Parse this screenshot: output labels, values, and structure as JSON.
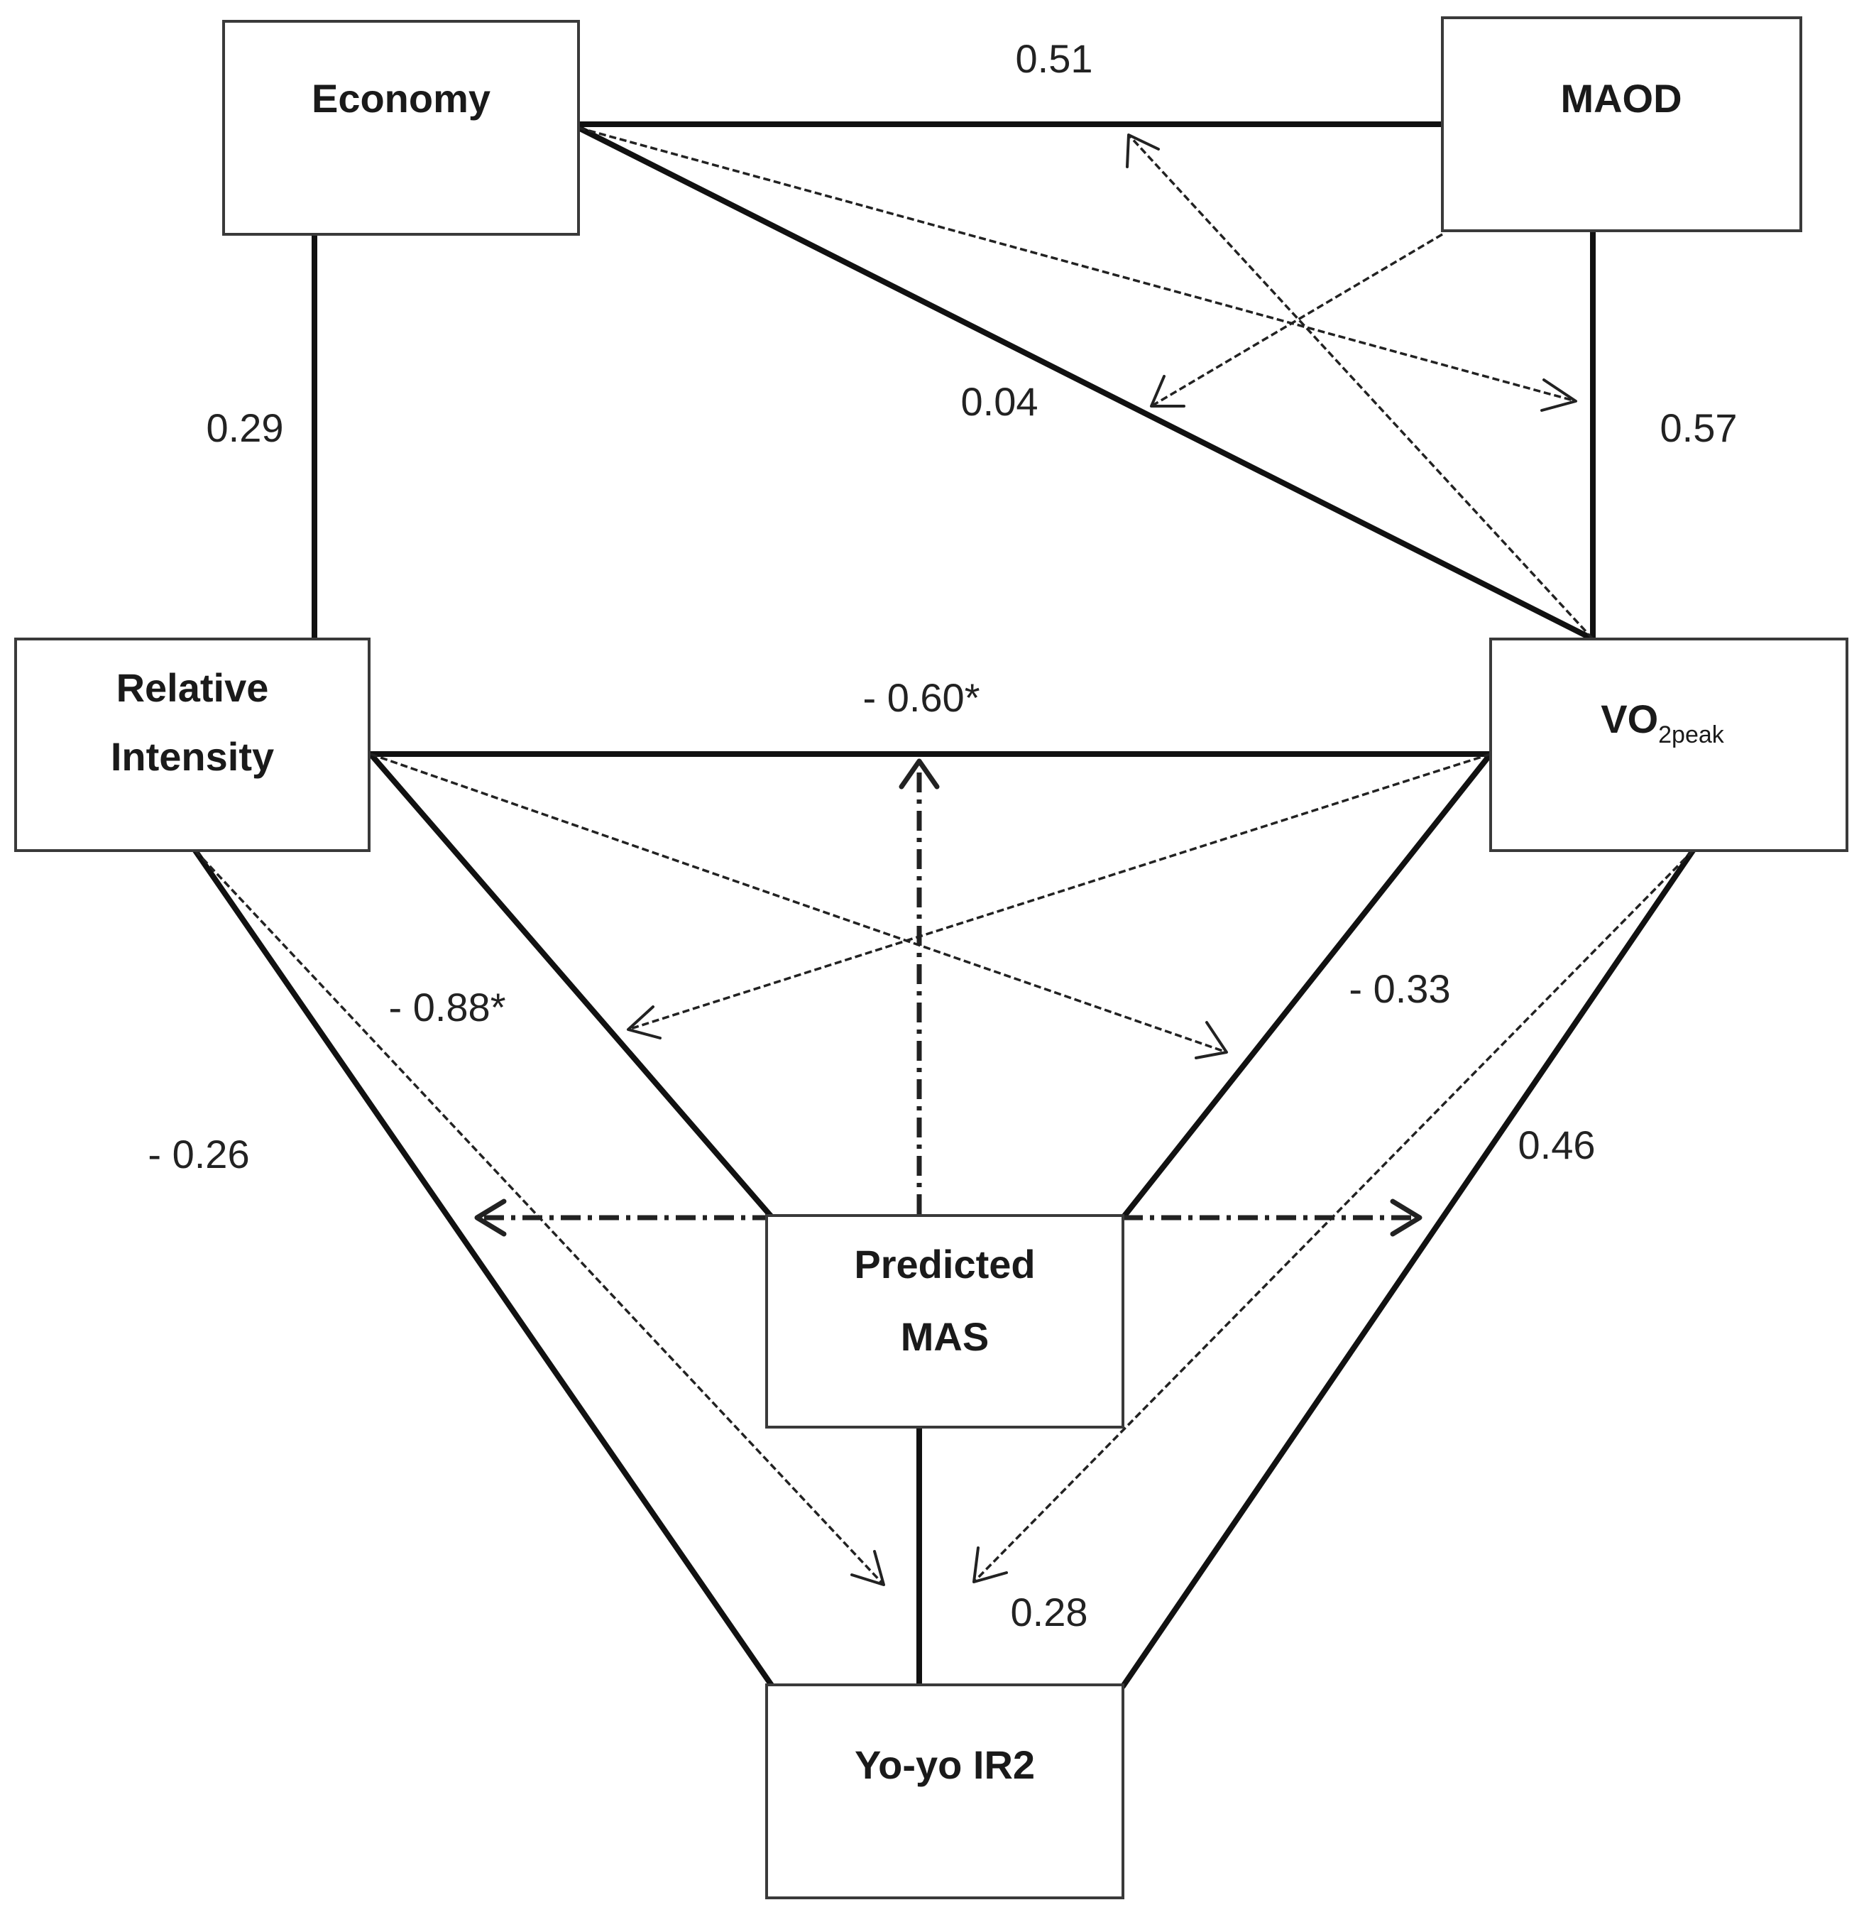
{
  "nodes": {
    "economy": {
      "label": "Economy"
    },
    "maod": {
      "label": "MAOD"
    },
    "relative_intensity": {
      "line1": "Relative",
      "line2": "Intensity"
    },
    "vo2peak": {
      "main": "VO",
      "subscript": "2peak"
    },
    "predicted_mas": {
      "line1": "Predicted",
      "line2": "MAS"
    },
    "yoyo": {
      "label": "Yo-yo IR2"
    }
  },
  "edges": {
    "economy_maod": "0.51",
    "economy_relative": "0.29",
    "economy_vo2": "0.04",
    "maod_vo2": "0.57",
    "relative_vo2": "- 0.60*",
    "relative_mas": "- 0.88*",
    "vo2_mas": "- 0.33",
    "relative_yoyo": "-  0.26",
    "vo2_yoyo": "0.46",
    "mas_yoyo": "0.28"
  }
}
